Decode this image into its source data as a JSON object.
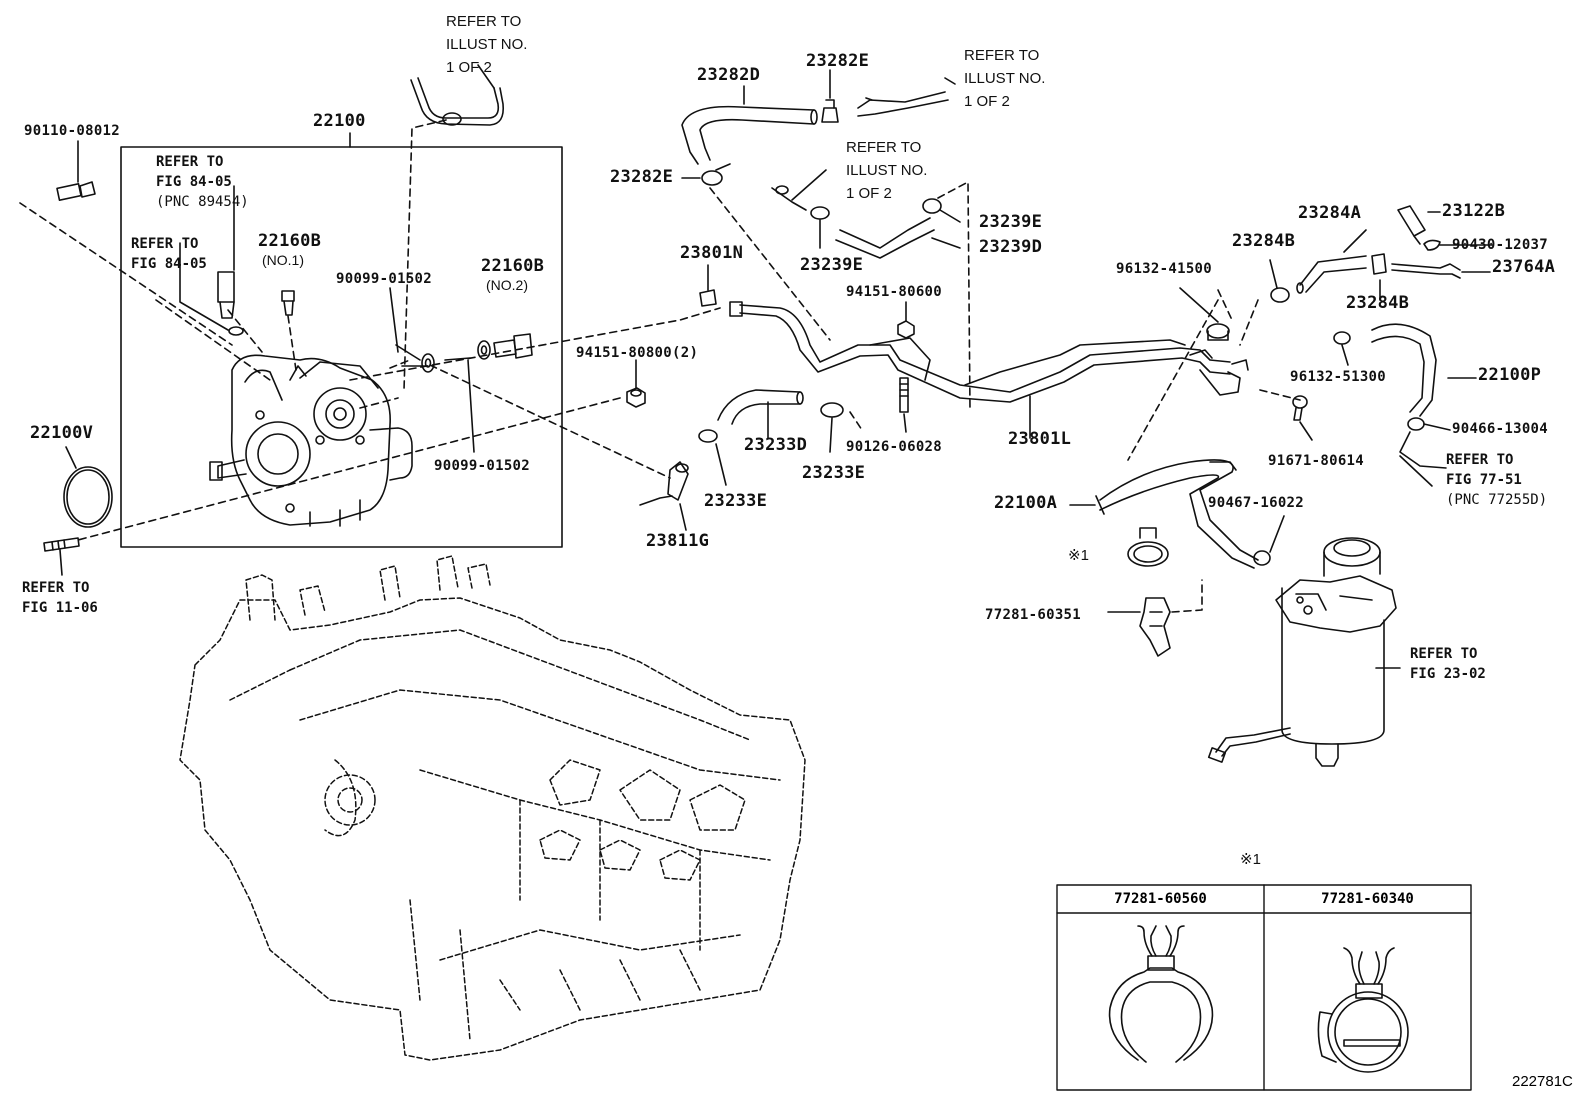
{
  "labels": {
    "refer_illust_top": [
      "REFER TO",
      "ILLUST NO.",
      "1 OF 2"
    ],
    "refer_illust_right": [
      "REFER TO",
      "ILLUST NO.",
      "1 OF 2"
    ],
    "refer_illust_mid": [
      "REFER TO",
      "ILLUST NO.",
      "1 OF 2"
    ],
    "p22100": "22100",
    "p90110_08012": "90110-08012",
    "refer_fig_84_05_a": [
      "REFER TO",
      "FIG 84-05",
      "(PNC 89454)"
    ],
    "refer_fig_84_05_b": [
      "REFER TO",
      "FIG 84-05"
    ],
    "p22160B_1": "22160B",
    "p22160B_1_note": "(NO.1)",
    "p22160B_2": "22160B",
    "p22160B_2_note": "(NO.2)",
    "p90099_01502_a": "90099-01502",
    "p90099_01502_b": "90099-01502",
    "p94151_80800": "94151-80800(2)",
    "p22100V": "22100V",
    "refer_fig_11_06": [
      "REFER TO",
      "FIG 11-06"
    ],
    "p23282D": "23282D",
    "p23282E_top": "23282E",
    "p23282E_left": "23282E",
    "p23239E_right": "23239E",
    "p23239D": "23239D",
    "p23239E_left": "23239E",
    "p23801N": "23801N",
    "p94151_80600": "94151-80600",
    "p23233D": "23233D",
    "p23233E_right": "23233E",
    "p90126_06028": "90126-06028",
    "p23233E_left": "23233E",
    "p23811G": "23811G",
    "p23801L": "23801L",
    "p23284A": "23284A",
    "p23122B": "23122B",
    "p23284B_top": "23284B",
    "p96132_41500": "96132-41500",
    "p90430_12037": "90430-12037",
    "p23764A": "23764A",
    "p23284B_right": "23284B",
    "p96132_51300": "96132-51300",
    "p22100P": "22100P",
    "p90466_13004": "90466-13004",
    "p91671_80614": "91671-80614",
    "refer_fig_77_51": [
      "REFER TO",
      "FIG 77-51",
      "(PNC 77255D)"
    ],
    "p22100A": "22100A",
    "p90467_16022": "90467-16022",
    "mark1": "※1",
    "p77281_60351": "77281-60351",
    "refer_fig_23_02": [
      "REFER TO",
      "FIG 23-02"
    ]
  },
  "inset": {
    "mark": "※1",
    "columns": [
      "77281-60560",
      "77281-60340"
    ]
  },
  "figure_id": "222781C"
}
